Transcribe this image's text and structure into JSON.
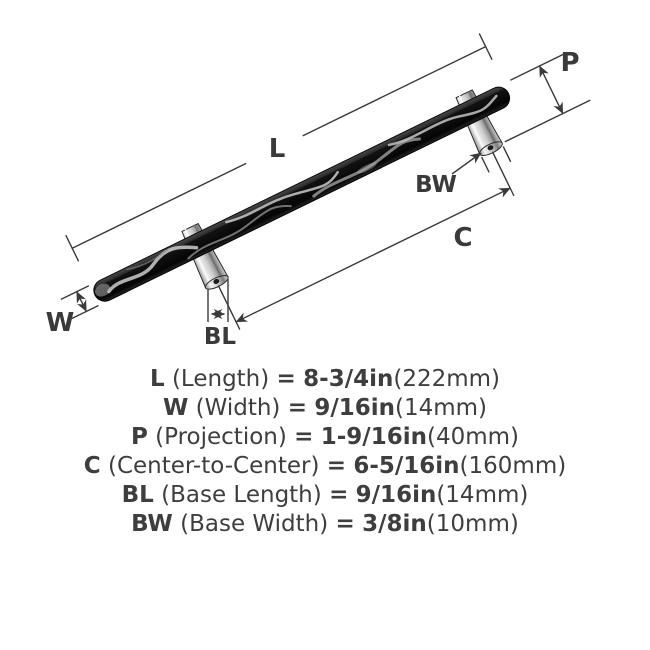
{
  "diagram": {
    "dim_labels": {
      "L": "L",
      "W": "W",
      "P": "P",
      "C": "C",
      "BL": "BL",
      "BW": "BW"
    },
    "colors": {
      "line": "#3a3a3a",
      "text": "#3e3e3e",
      "bar_black": "#0a0a0a",
      "marble_vein": "#cccccc",
      "chrome": "#cdcdcd"
    }
  },
  "specs": [
    {
      "letter": "L",
      "desc": "(Length)",
      "eq": "=",
      "value": "8-3/4in",
      "metric": "(222mm)"
    },
    {
      "letter": "W",
      "desc": "(Width)",
      "eq": "=",
      "value": "9/16in",
      "metric": "(14mm)"
    },
    {
      "letter": "P",
      "desc": "(Projection)",
      "eq": "=",
      "value": "1-9/16in",
      "metric": "(40mm)"
    },
    {
      "letter": "C",
      "desc": "(Center-to-Center)",
      "eq": "=",
      "value": "6-5/16in",
      "metric": "(160mm)"
    },
    {
      "letter": "BL",
      "desc": "(Base Length)",
      "eq": "=",
      "value": "9/16in",
      "metric": "(14mm)"
    },
    {
      "letter": "BW",
      "desc": "(Base Width)",
      "eq": "=",
      "value": "3/8in",
      "metric": "(10mm)"
    }
  ]
}
